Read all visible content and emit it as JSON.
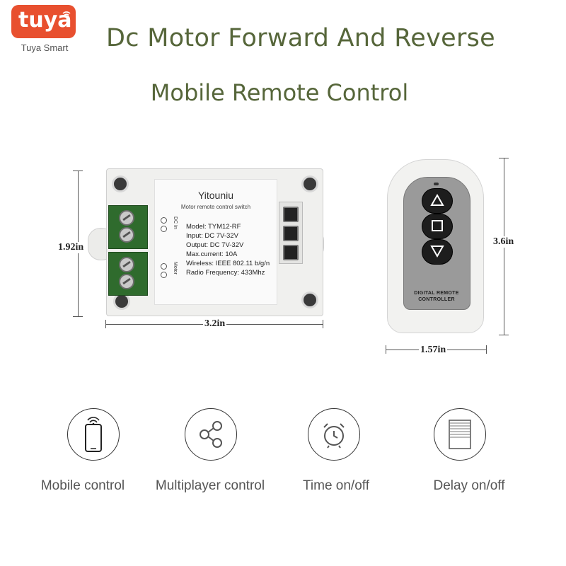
{
  "brand": {
    "logo_text": "tuya",
    "caption": "Tuya Smart",
    "color": "#e8502f"
  },
  "title": {
    "line1": "Dc Motor Forward And Reverse",
    "line2": "Mobile Remote Control",
    "color": "#56663a"
  },
  "controller": {
    "brand": "Yitouniu",
    "subtitle": "Motor remote control switch",
    "specs": [
      "Model:  TYM12-RF",
      "Input:  DC 7V-32V",
      "Output:  DC 7V-32V",
      "Max.current:  10A",
      "Wireless:  IEEE 802.11 b/g/n",
      "Radio Frequency:  433Mhz"
    ],
    "side_labels": {
      "dc_in": "DC In",
      "motor": "Motor"
    },
    "dimensions": {
      "height": "1.92in",
      "width": "3.2in"
    }
  },
  "remote": {
    "caption_line1": "DIGITAL REMOTE",
    "caption_line2": "CONTROLLER",
    "buttons": [
      "up-icon",
      "stop-icon",
      "down-icon"
    ],
    "dimensions": {
      "height": "3.6in",
      "width": "1.57in"
    }
  },
  "features": [
    {
      "icon": "mobile-phone-icon",
      "label": "Mobile control"
    },
    {
      "icon": "share-icon",
      "label": "Multiplayer control"
    },
    {
      "icon": "alarm-clock-icon",
      "label": "Time on/off"
    },
    {
      "icon": "shutter-icon",
      "label": "Delay on/off"
    }
  ]
}
